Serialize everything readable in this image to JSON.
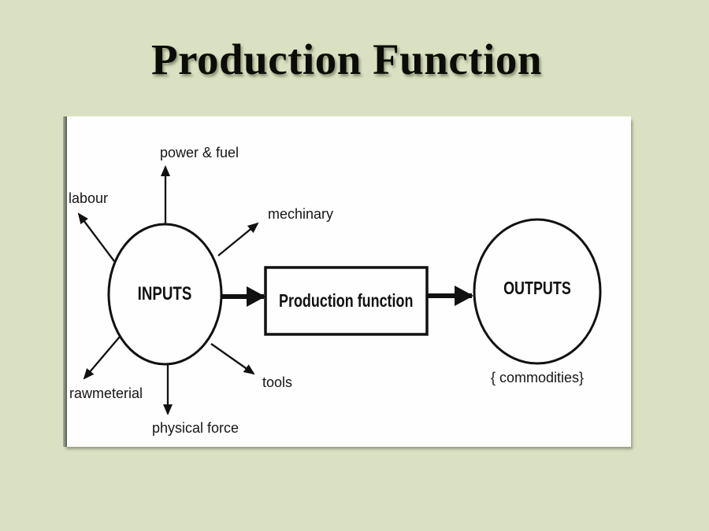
{
  "slide": {
    "title": "Production Function"
  },
  "diagram": {
    "inputs": {
      "label": "INPUTS"
    },
    "process": {
      "label": "Production function"
    },
    "outputs": {
      "label": "OUTPUTS",
      "caption": "{ commodities}"
    },
    "factors": [
      {
        "label": "labour"
      },
      {
        "label": "power & fuel"
      },
      {
        "label": "mechinary"
      },
      {
        "label": "rawmeterial"
      },
      {
        "label": "physical force"
      },
      {
        "label": "tools"
      }
    ],
    "colors": {
      "slide_background": "#d9e1c2",
      "panel_background": "#fefefe",
      "line": "#111111",
      "title_text": "#0c0d08"
    }
  }
}
